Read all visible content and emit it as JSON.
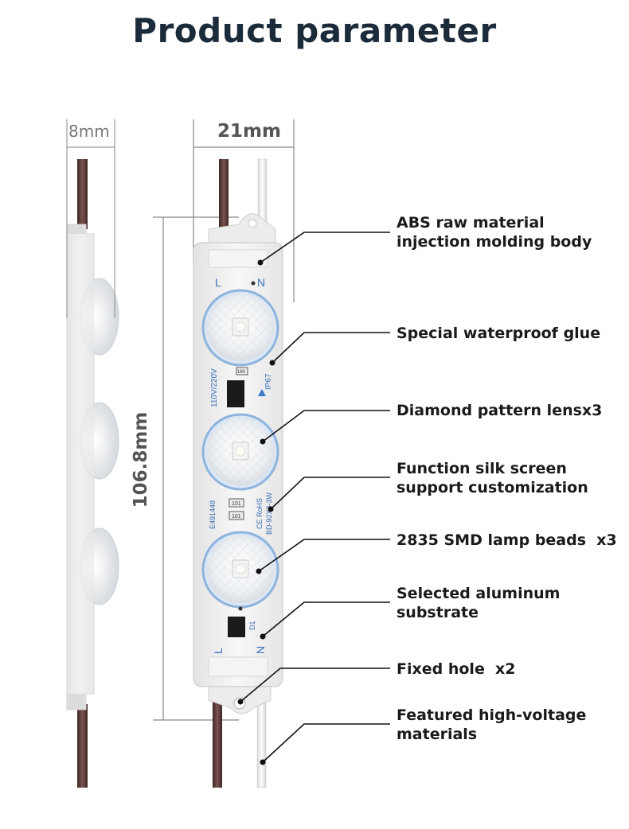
{
  "title": "Product parameter",
  "dimensions": {
    "thickness": "8mm",
    "width": "21mm",
    "length": "106.8mm"
  },
  "module_marks": {
    "pin_left": "L",
    "pin_right": "N",
    "voltage": "110V/220V",
    "ip_rating": "IP67",
    "resistor_code": "101",
    "resistor_code_top": "180",
    "cert_ul": "E491448",
    "cert_ce_rohs": "CE RoHS",
    "model": "BD-92X3-3W",
    "diode": "D1"
  },
  "callouts": [
    {
      "lines": [
        "ABS raw material",
        "injection molding body"
      ]
    },
    {
      "lines": [
        "Special waterproof glue"
      ]
    },
    {
      "lines": [
        "Diamond pattern lensx3"
      ]
    },
    {
      "lines": [
        "Function silk screen",
        "support customization"
      ]
    },
    {
      "lines": [
        "2835 SMD lamp beads  x3"
      ]
    },
    {
      "lines": [
        "Selected aluminum",
        "substrate"
      ]
    },
    {
      "lines": [
        "Fixed hole  x2"
      ]
    },
    {
      "lines": [
        "Featured high-voltage",
        "materials"
      ]
    }
  ],
  "colors": {
    "title": "#1c2b3a",
    "wire_brown": "#5b3a36",
    "lens_ring": "#8fb4dc",
    "body": "#f2f2f2"
  }
}
